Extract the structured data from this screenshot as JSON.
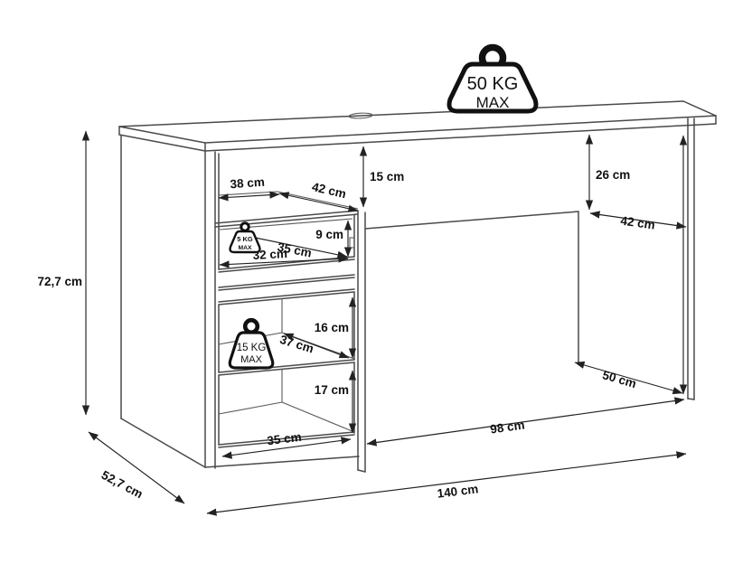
{
  "figure": {
    "type": "furniture-dimension-diagram",
    "subject": "desk with left pedestal (drawer and two shelves)",
    "background": "#ffffff",
    "line_color": "#4a4a4a",
    "badges": {
      "top_max_load": {
        "line1": "50 KG",
        "line2": "MAX"
      },
      "drawer_max_load": {
        "line1": "5 KG",
        "line2": "MAX"
      },
      "shelf_max_load": {
        "line1": "15 KG",
        "line2": "MAX"
      }
    },
    "dimensions": {
      "overall_height": "72,7 cm",
      "overall_depth": "52,7 cm",
      "overall_width": "140 cm",
      "niche_width": "38 cm",
      "niche_depth": "42 cm",
      "niche_height": "15 cm",
      "drawer_inner_height": "9 cm",
      "drawer_inner_depth": "35 cm",
      "drawer_inner_width": "32 cm",
      "middle_shelf_height": "16 cm",
      "middle_shelf_depth": "37 cm",
      "bottom_shelf_height": "17 cm",
      "bottom_shelf_width": "35 cm",
      "apron_height": "26 cm",
      "apron_to_leg_depth": "42 cm",
      "side_panel_depth": "50 cm",
      "legroom_width": "98 cm"
    }
  }
}
